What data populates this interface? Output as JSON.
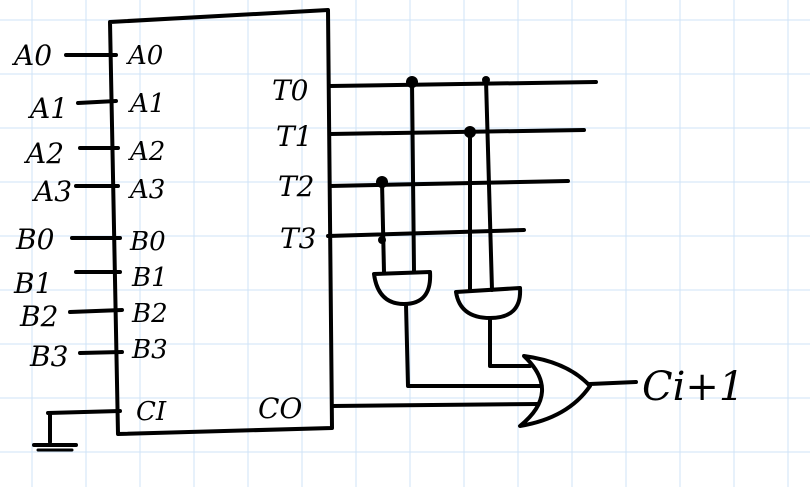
{
  "colors": {
    "ink": "#000000",
    "grid": "#cfe3f7",
    "paper": "#ffffff"
  },
  "external_inputs": [
    "A0",
    "A1",
    "A2",
    "A3",
    "B0",
    "B1",
    "B2",
    "B3"
  ],
  "chip": {
    "inputs": [
      "A0",
      "A1",
      "A2",
      "A3",
      "B0",
      "B1",
      "B2",
      "B3",
      "CI"
    ],
    "outputs": [
      "T0",
      "T1",
      "T2",
      "T3",
      "CO"
    ]
  },
  "final_output": "Ci+1",
  "icons": {
    "ground": "ground-icon",
    "and_gate": "and-gate-icon",
    "or_gate": "or-gate-icon"
  }
}
